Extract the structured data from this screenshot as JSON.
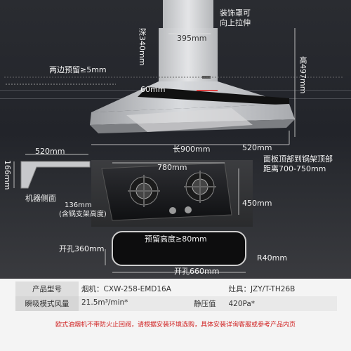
{
  "labels": {
    "decor_cover": "装饰罩可",
    "decor_cover_2": "向上拉伸",
    "chimney_width": "395mm",
    "chimney_depth": "深340mm",
    "side_clearance": "两边预留≥5mm",
    "panel_width": "60mm",
    "height": "高497mm",
    "length": "长900mm",
    "hood_depth": "520mm",
    "side_view_width": "520mm",
    "side_view_height": "166mm",
    "side_view_caption": "机器侧面",
    "panel_to_rack_1": "面板顶部到锅架顶部",
    "panel_to_rack_2": "距离700-750mm",
    "stove_length": "780mm",
    "stove_depth": "450mm",
    "rack_height_1": "136mm",
    "rack_height_2": "(含锅支架高度)",
    "reserve_height": "预留高度≥80mm",
    "cutout_width": "开孔360mm",
    "cutout_radius": "R40mm",
    "cutout_length": "开孔660mm"
  },
  "spec_table": {
    "row1": {
      "header": "产品型号",
      "hood": "烟机：CXW-258-EMD16A",
      "stove": "灶具：JZY/T-TH26B"
    },
    "row2": {
      "header": "瞬吸模式风量",
      "airflow": "21.5m³/min*",
      "pressure_header": "静压值",
      "pressure": "420Pa*"
    }
  },
  "footnote": "欧式油烟机不带防火止回阀，请根据安装环境选购，具体安装详询客服或参考产品内页",
  "colors": {
    "panel_black": "#111111",
    "steel": "#c8cacd",
    "footnote_red": "#d02121"
  }
}
